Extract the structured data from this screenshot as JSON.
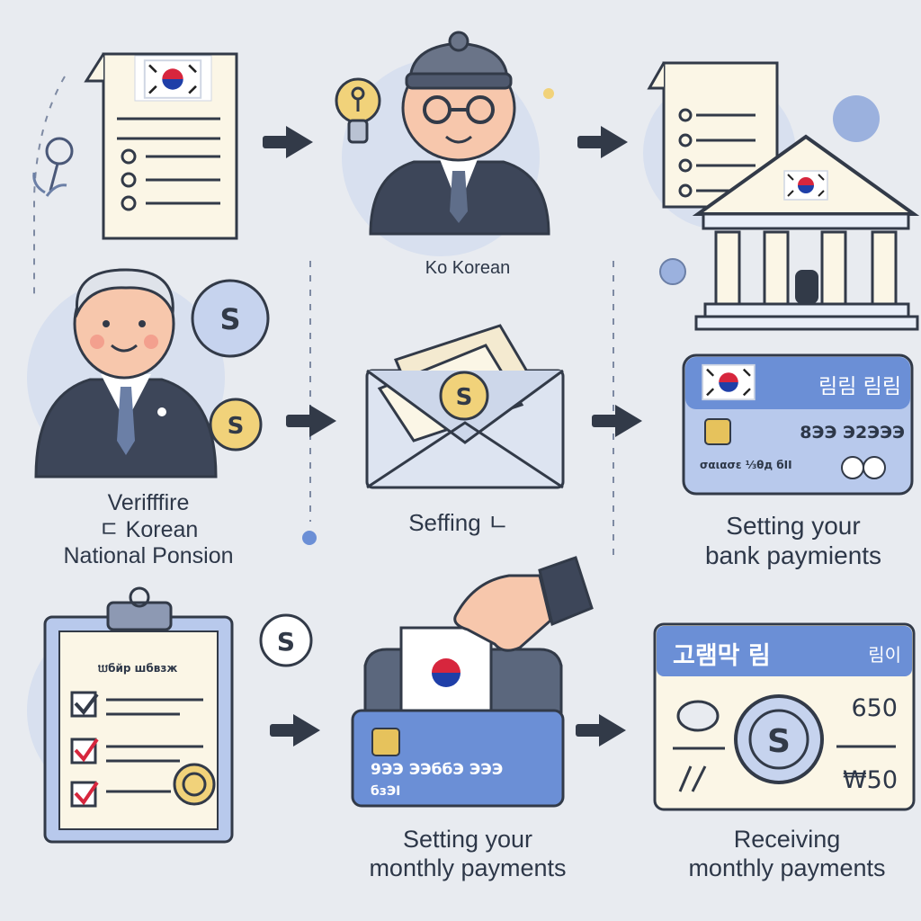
{
  "labels": {
    "step2": "Ko Korean",
    "step4": [
      "Verifffire",
      "ㄷ Korean",
      "National Ponsion"
    ],
    "step5": "Seffing ㄴ",
    "step6": [
      "Setting your",
      "bank paymients"
    ],
    "step8": [
      "Setting your",
      "monthly payments"
    ],
    "step9": [
      "Receiving",
      "monthly payments"
    ]
  },
  "bank_card": {
    "title": "림림 림림",
    "number": "8ЭЭ Э2ЭЭЭ",
    "footer": "σαιασε ⅓θд бІІ"
  },
  "checklist": {
    "header": "ឃбйр шбвзж"
  },
  "pay_card": {
    "number": "9ЭЭ ЭЭббЭ ЭЭЭ",
    "sub": "бзЭІ"
  },
  "statement": {
    "title": "고램막 림",
    "tag": "림이",
    "amount_top": "650",
    "amount_bottom": "₩50"
  },
  "colors": {
    "background": "#e8ebf0",
    "accent_blue": "#6b8fd6",
    "ink": "#2d3748",
    "coin_gold": "#f1d27a",
    "korea_red": "#d7263d",
    "korea_blue": "#1f3fa8"
  }
}
